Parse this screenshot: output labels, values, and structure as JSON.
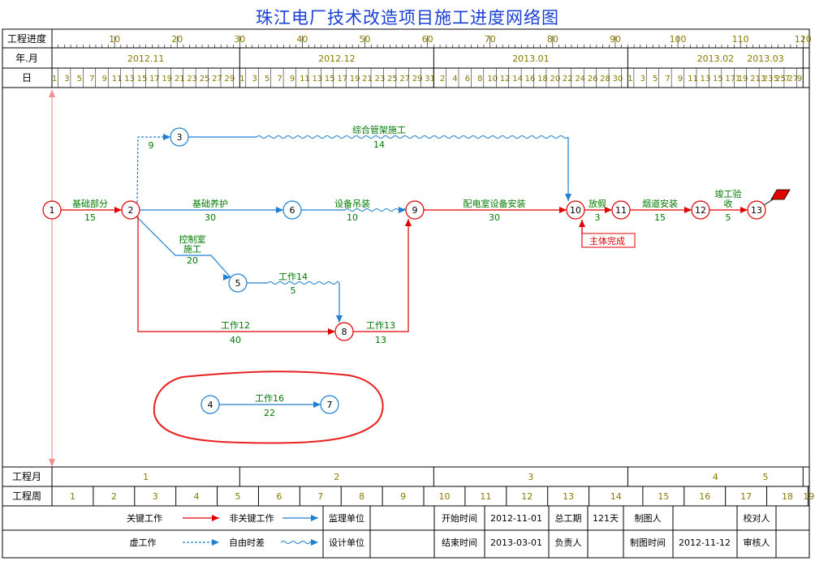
{
  "title": "珠江电厂技术改造项目施工进度网络图",
  "colors": {
    "critical": "#e00000",
    "noncritical": "#1e7fd2",
    "taskText": "#007a00",
    "tickText": "#8a7a00",
    "grid": "#000000",
    "titleBlue": "#1a3fd6",
    "freeFloat": "#1e7fd2",
    "timeAxis": "#f09090",
    "ellipse": "#e82020"
  },
  "header": {
    "row1_label": "工程进度",
    "row2_label": "年.月",
    "row3_label": "日",
    "progress_ticks": [
      "10",
      "20",
      "30",
      "40",
      "50",
      "60",
      "70",
      "80",
      "90",
      "100",
      "110",
      "120"
    ],
    "months": [
      "2012.11",
      "2012.12",
      "2013.01",
      "2013.02",
      "2013.03"
    ],
    "days_nov": [
      "1",
      "3",
      "5",
      "7",
      "9",
      "11",
      "13",
      "15",
      "17",
      "19",
      "21",
      "23",
      "25",
      "27",
      "29"
    ],
    "days_dec": [
      "1",
      "3",
      "5",
      "7",
      "9",
      "11",
      "13",
      "15",
      "17",
      "19",
      "21",
      "23",
      "25",
      "27",
      "29",
      "31"
    ],
    "days_jan": [
      "2",
      "4",
      "6",
      "8",
      "10",
      "12",
      "14",
      "16",
      "18",
      "20",
      "22",
      "24",
      "26",
      "28",
      "30"
    ],
    "days_feb": [
      "1",
      "3",
      "5",
      "7",
      "9",
      "11",
      "13",
      "15",
      "17",
      "19",
      "21",
      "23",
      "25",
      "27"
    ],
    "days_mar": [
      "1",
      "3",
      "5",
      "7",
      "9"
    ]
  },
  "nodes": [
    {
      "id": "1",
      "critical": true,
      "day": 0,
      "row": "main"
    },
    {
      "id": "2",
      "critical": true,
      "day": 15,
      "row": "main"
    },
    {
      "id": "3",
      "critical": false,
      "day": 24,
      "row": "top"
    },
    {
      "id": "5",
      "critical": false,
      "day": 35,
      "row": "mid"
    },
    {
      "id": "6",
      "critical": false,
      "day": 45,
      "row": "main"
    },
    {
      "id": "8",
      "critical": true,
      "day": 55,
      "row": "low"
    },
    {
      "id": "9",
      "critical": true,
      "day": 68,
      "row": "main"
    },
    {
      "id": "10",
      "critical": true,
      "day": 98,
      "row": "main"
    },
    {
      "id": "11",
      "critical": true,
      "day": 101,
      "row": "main"
    },
    {
      "id": "12",
      "critical": true,
      "day": 116,
      "row": "main"
    },
    {
      "id": "13",
      "critical": true,
      "day": 121,
      "row": "main"
    },
    {
      "id": "4",
      "critical": false,
      "day": 29,
      "row": "iso"
    },
    {
      "id": "7",
      "critical": false,
      "day": 51,
      "row": "iso"
    }
  ],
  "tasks": [
    {
      "name": "基础部分",
      "duration": "15"
    },
    {
      "name": "基础养护",
      "duration": "30"
    },
    {
      "name": "控制室施工",
      "name_line1": "控制室",
      "name_line2": "施工",
      "duration": "20"
    },
    {
      "name": "工作14",
      "duration": "5"
    },
    {
      "name": "设备吊装",
      "duration": "10"
    },
    {
      "name": "综合管架施工",
      "duration": "14"
    },
    {
      "name": "工作12",
      "duration": "40"
    },
    {
      "name": "工作13",
      "duration": "13"
    },
    {
      "name": "配电室设备安装",
      "duration": "30"
    },
    {
      "name": "放假",
      "duration": "3"
    },
    {
      "name": "烟道安装",
      "duration": "15"
    },
    {
      "name": "竣工验收",
      "name_line1": "竣工验",
      "name_line2": "收",
      "duration": "5"
    },
    {
      "name": "工作16",
      "duration": "22"
    },
    {
      "name": "虚工作",
      "duration": "9"
    }
  ],
  "milestone": {
    "label": "主体完成"
  },
  "footer": {
    "row1_label": "工程月",
    "row2_label": "工程周",
    "months": [
      "1",
      "2",
      "3",
      "4",
      "5"
    ],
    "weeks": [
      "1",
      "2",
      "3",
      "4",
      "5",
      "6",
      "7",
      "8",
      "9",
      "10",
      "11",
      "12",
      "13",
      "14",
      "15",
      "16",
      "17",
      "18",
      "19"
    ]
  },
  "legend": {
    "critical": "关键工作",
    "noncritical": "非关键工作",
    "dummy": "虚工作",
    "free_float": "自由时差"
  },
  "info": {
    "supervisor_label": "监理单位",
    "supervisor_value": "",
    "design_label": "设计单位",
    "design_value": "",
    "start_label": "开始时间",
    "start_value": "2012-11-01",
    "end_label": "结束时间",
    "end_value": "2013-03-01",
    "total_label": "总工期",
    "total_value": "121天",
    "manager_label": "负责人",
    "manager_value": "",
    "drawer_label": "制图人",
    "drawer_value": "",
    "draw_time_label": "制图时间",
    "draw_time_value": "2012-11-12",
    "checker_label": "校对人",
    "checker_value": "",
    "reviewer_label": "审核人",
    "reviewer_value": ""
  }
}
